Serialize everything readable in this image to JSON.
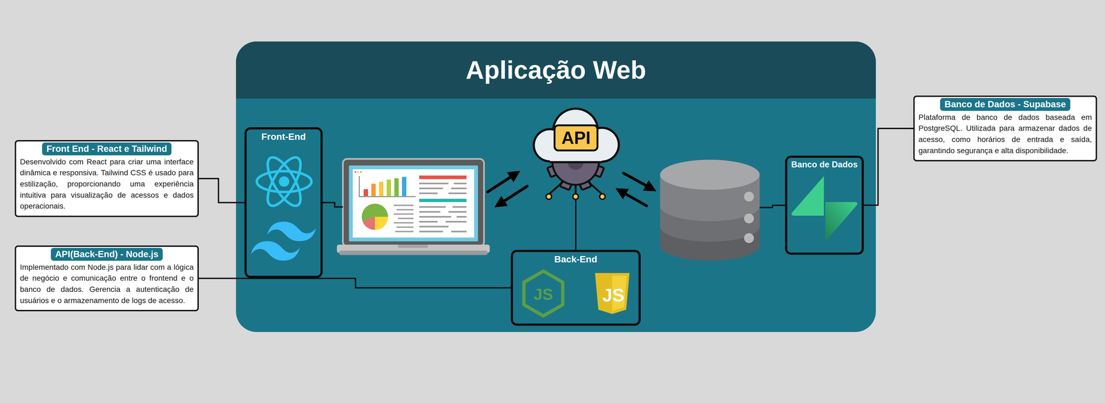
{
  "diagram": {
    "nodes": [
      {
        "text": [
          "Aplicação Web"
        ]
      },
      {
        "text": [
          "Front End - React e Tailwind",
          "Desenvolvido com React para criar uma interface dinâmica e responsiva. Tailwind CSS é usado para estilização, proporcionando uma experiência intuitiva para visualização de acessos e dados operacionais."
        ]
      },
      {
        "text": [
          "API(Back-End) - Node.js",
          "Implementado com Node.js para lidar com a lógica de negócio e comunicação entre o frontend e o banco de dados. Gerencia a autenticação de usuários e o armazenamento de logs de acesso."
        ]
      },
      {
        "text": [
          "Front-End"
        ],
        "in": 0
      },
      {
        "text": [
          "API"
        ],
        "in": 0
      },
      {
        "text": [
          "Back-End"
        ],
        "in": 0
      },
      {
        "text": [
          "Banco de Dados"
        ],
        "in": 0
      },
      {
        "text": [
          "Banco de Dados - Supabase",
          "Plataforma de banco de dados baseada em PostgreSQL. Utilizada para armazenar dados de acesso, como horários de entrada e saída, garantindo segurança e alta disponibilidade."
        ]
      }
    ],
    "edges": [
      {
        "from": 1,
        "to": 3,
        "arrow": "none"
      },
      {
        "from": 2,
        "to": 5,
        "arrow": "none"
      },
      {
        "from": 4,
        "to": 5,
        "arrow": "none"
      },
      {
        "from": 6,
        "to": 7,
        "arrow": "none"
      }
    ],
    "labels": [
      "JS",
      "JS"
    ]
  }
}
